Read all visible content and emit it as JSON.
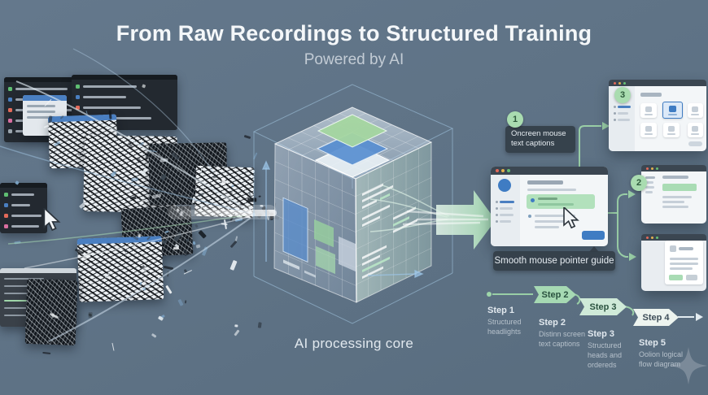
{
  "header": {
    "title": "From Raw Recordings to Structured Training",
    "subtitle": "Powered by AI"
  },
  "core": {
    "label": "AI processing core"
  },
  "callouts": {
    "step1_badge": "1",
    "step1_label": "Oncreen mouse text captions",
    "badge2": "2",
    "badge3": "3",
    "pointer_tooltip": "Smooth mouse pointer guide"
  },
  "flow": {
    "banners": [
      {
        "label": "Step 2"
      },
      {
        "label": "Step 3"
      },
      {
        "label": "Step 4"
      }
    ],
    "items": [
      {
        "title": "Step 1",
        "desc": "Structured headlights"
      },
      {
        "title": "Step 2",
        "desc": "Distinn screen text captions"
      },
      {
        "title": "Step 3",
        "desc": "Structured heads and ordereds"
      },
      {
        "title": "Step 5",
        "desc": "Oolion logical flow diagram"
      }
    ]
  },
  "colors": {
    "background": "#5e7285",
    "accent_green": "#a9dcb0",
    "accent_blue": "#3f7cc3",
    "chip_bg": "#39434d",
    "window_header": "#3b4651"
  }
}
